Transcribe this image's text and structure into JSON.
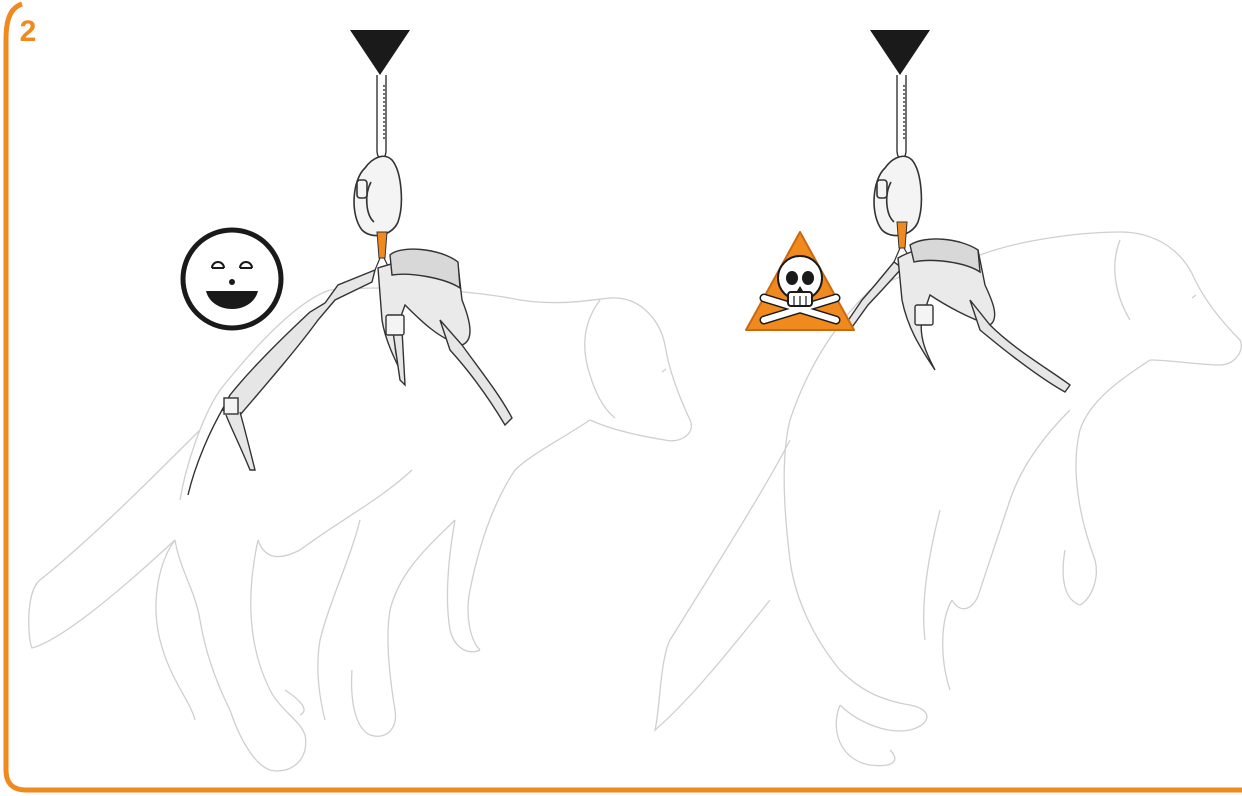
{
  "step": {
    "number": "2"
  },
  "colors": {
    "accent": "#f18a1e",
    "outline": "#c8c8c8",
    "strap": "#e6e6e6",
    "hardware": "#1a1a1a"
  },
  "panels": [
    {
      "result": "correct",
      "indicator_icon": "smiley-face-icon"
    },
    {
      "result": "danger",
      "indicator_icon": "skull-crossbones-warning-icon"
    }
  ]
}
